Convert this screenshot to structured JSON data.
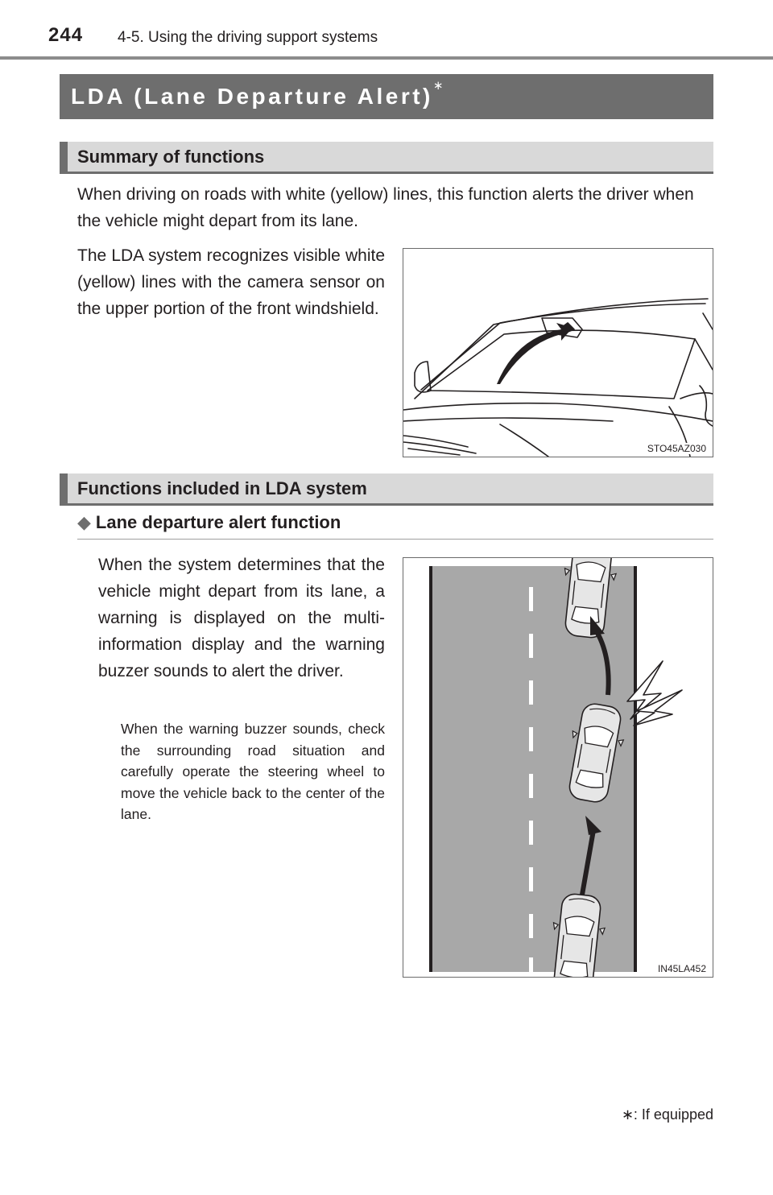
{
  "header": {
    "page_number": "244",
    "running_head": "4-5. Using the driving support systems"
  },
  "title": {
    "text": "LDA (Lane Departure Alert)",
    "marker": "∗"
  },
  "summary": {
    "heading": "Summary of functions",
    "intro": "When driving on roads with white (yellow) lines, this function alerts the driver when the vehicle might depart from its lane.",
    "camera_text": "The LDA system recognizes visible white (yellow) lines with the camera sensor on the upper portion of the front windshield.",
    "figure_code": "STO45AZ030"
  },
  "functions": {
    "heading": "Functions included in LDA system",
    "subheading": "Lane departure alert function",
    "description": "When the system determines that the vehicle might depart from its lane, a warning is displayed on the multi-information display and the warning buzzer sounds to alert the driver.",
    "note": "When the warning buzzer sounds, check the surrounding road situation and carefully operate the steering wheel to move the vehicle back to the center of the lane.",
    "figure_code": "IN45LA452"
  },
  "footnote": "∗: If equipped"
}
